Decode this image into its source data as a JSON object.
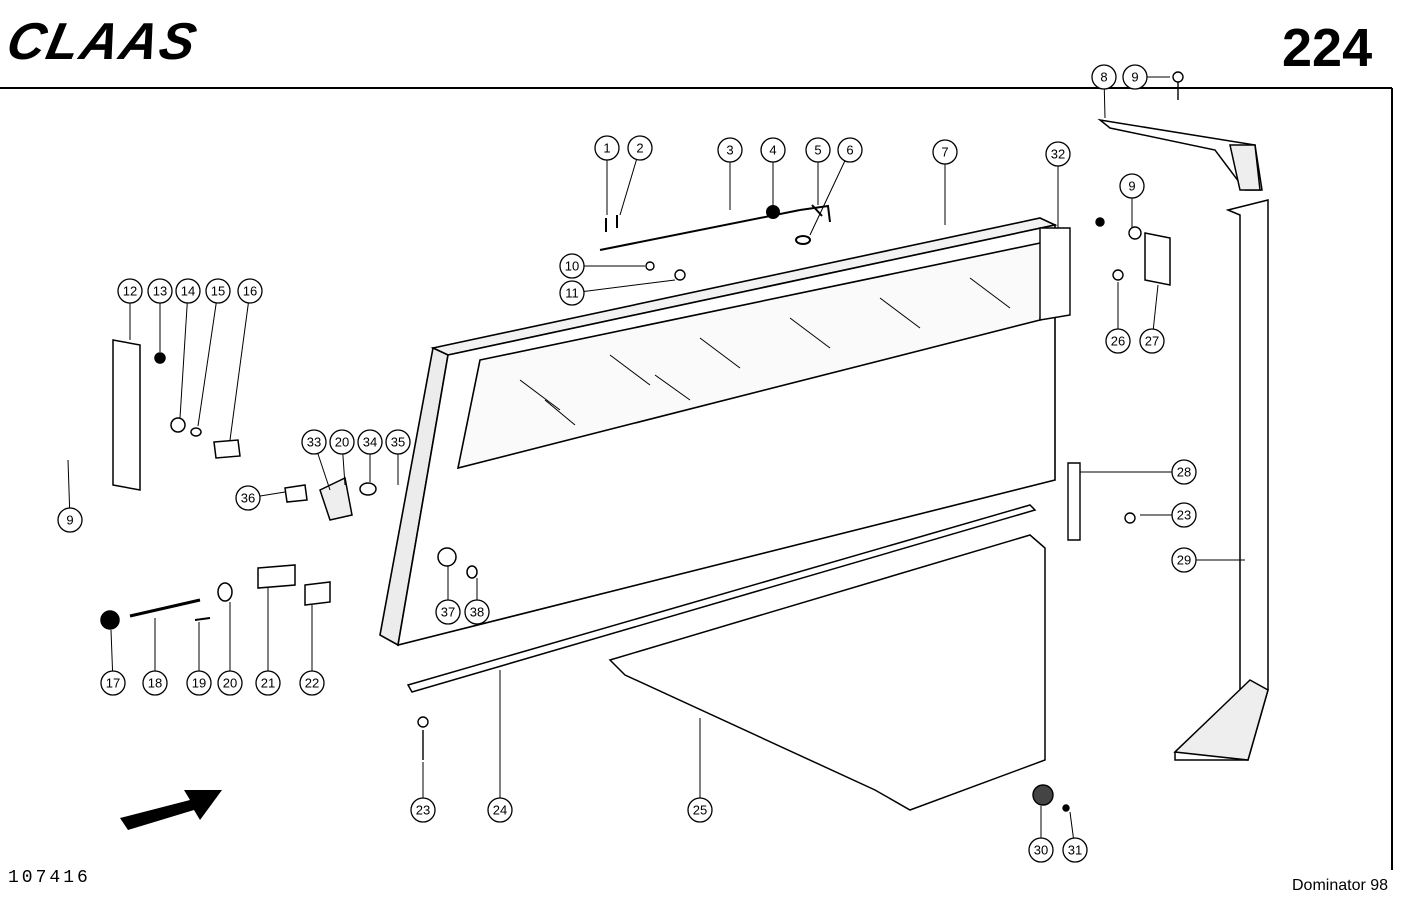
{
  "header": {
    "brand_logo": "CLAAS",
    "page_number": "224"
  },
  "footer": {
    "drawing_number": "107416",
    "model": "Dominator 98"
  },
  "callouts": [
    "1",
    "2",
    "3",
    "4",
    "5",
    "6",
    "7",
    "32",
    "8",
    "9",
    "9",
    "10",
    "11",
    "12",
    "13",
    "14",
    "15",
    "16",
    "33",
    "20",
    "34",
    "35",
    "36",
    "9",
    "26",
    "27",
    "28",
    "23",
    "29",
    "37",
    "38",
    "17",
    "18",
    "19",
    "20",
    "21",
    "22",
    "23",
    "24",
    "25",
    "30",
    "31"
  ],
  "colors": {
    "line": "#000000",
    "fill": "#ffffff",
    "shade": "#e8e8e8"
  }
}
